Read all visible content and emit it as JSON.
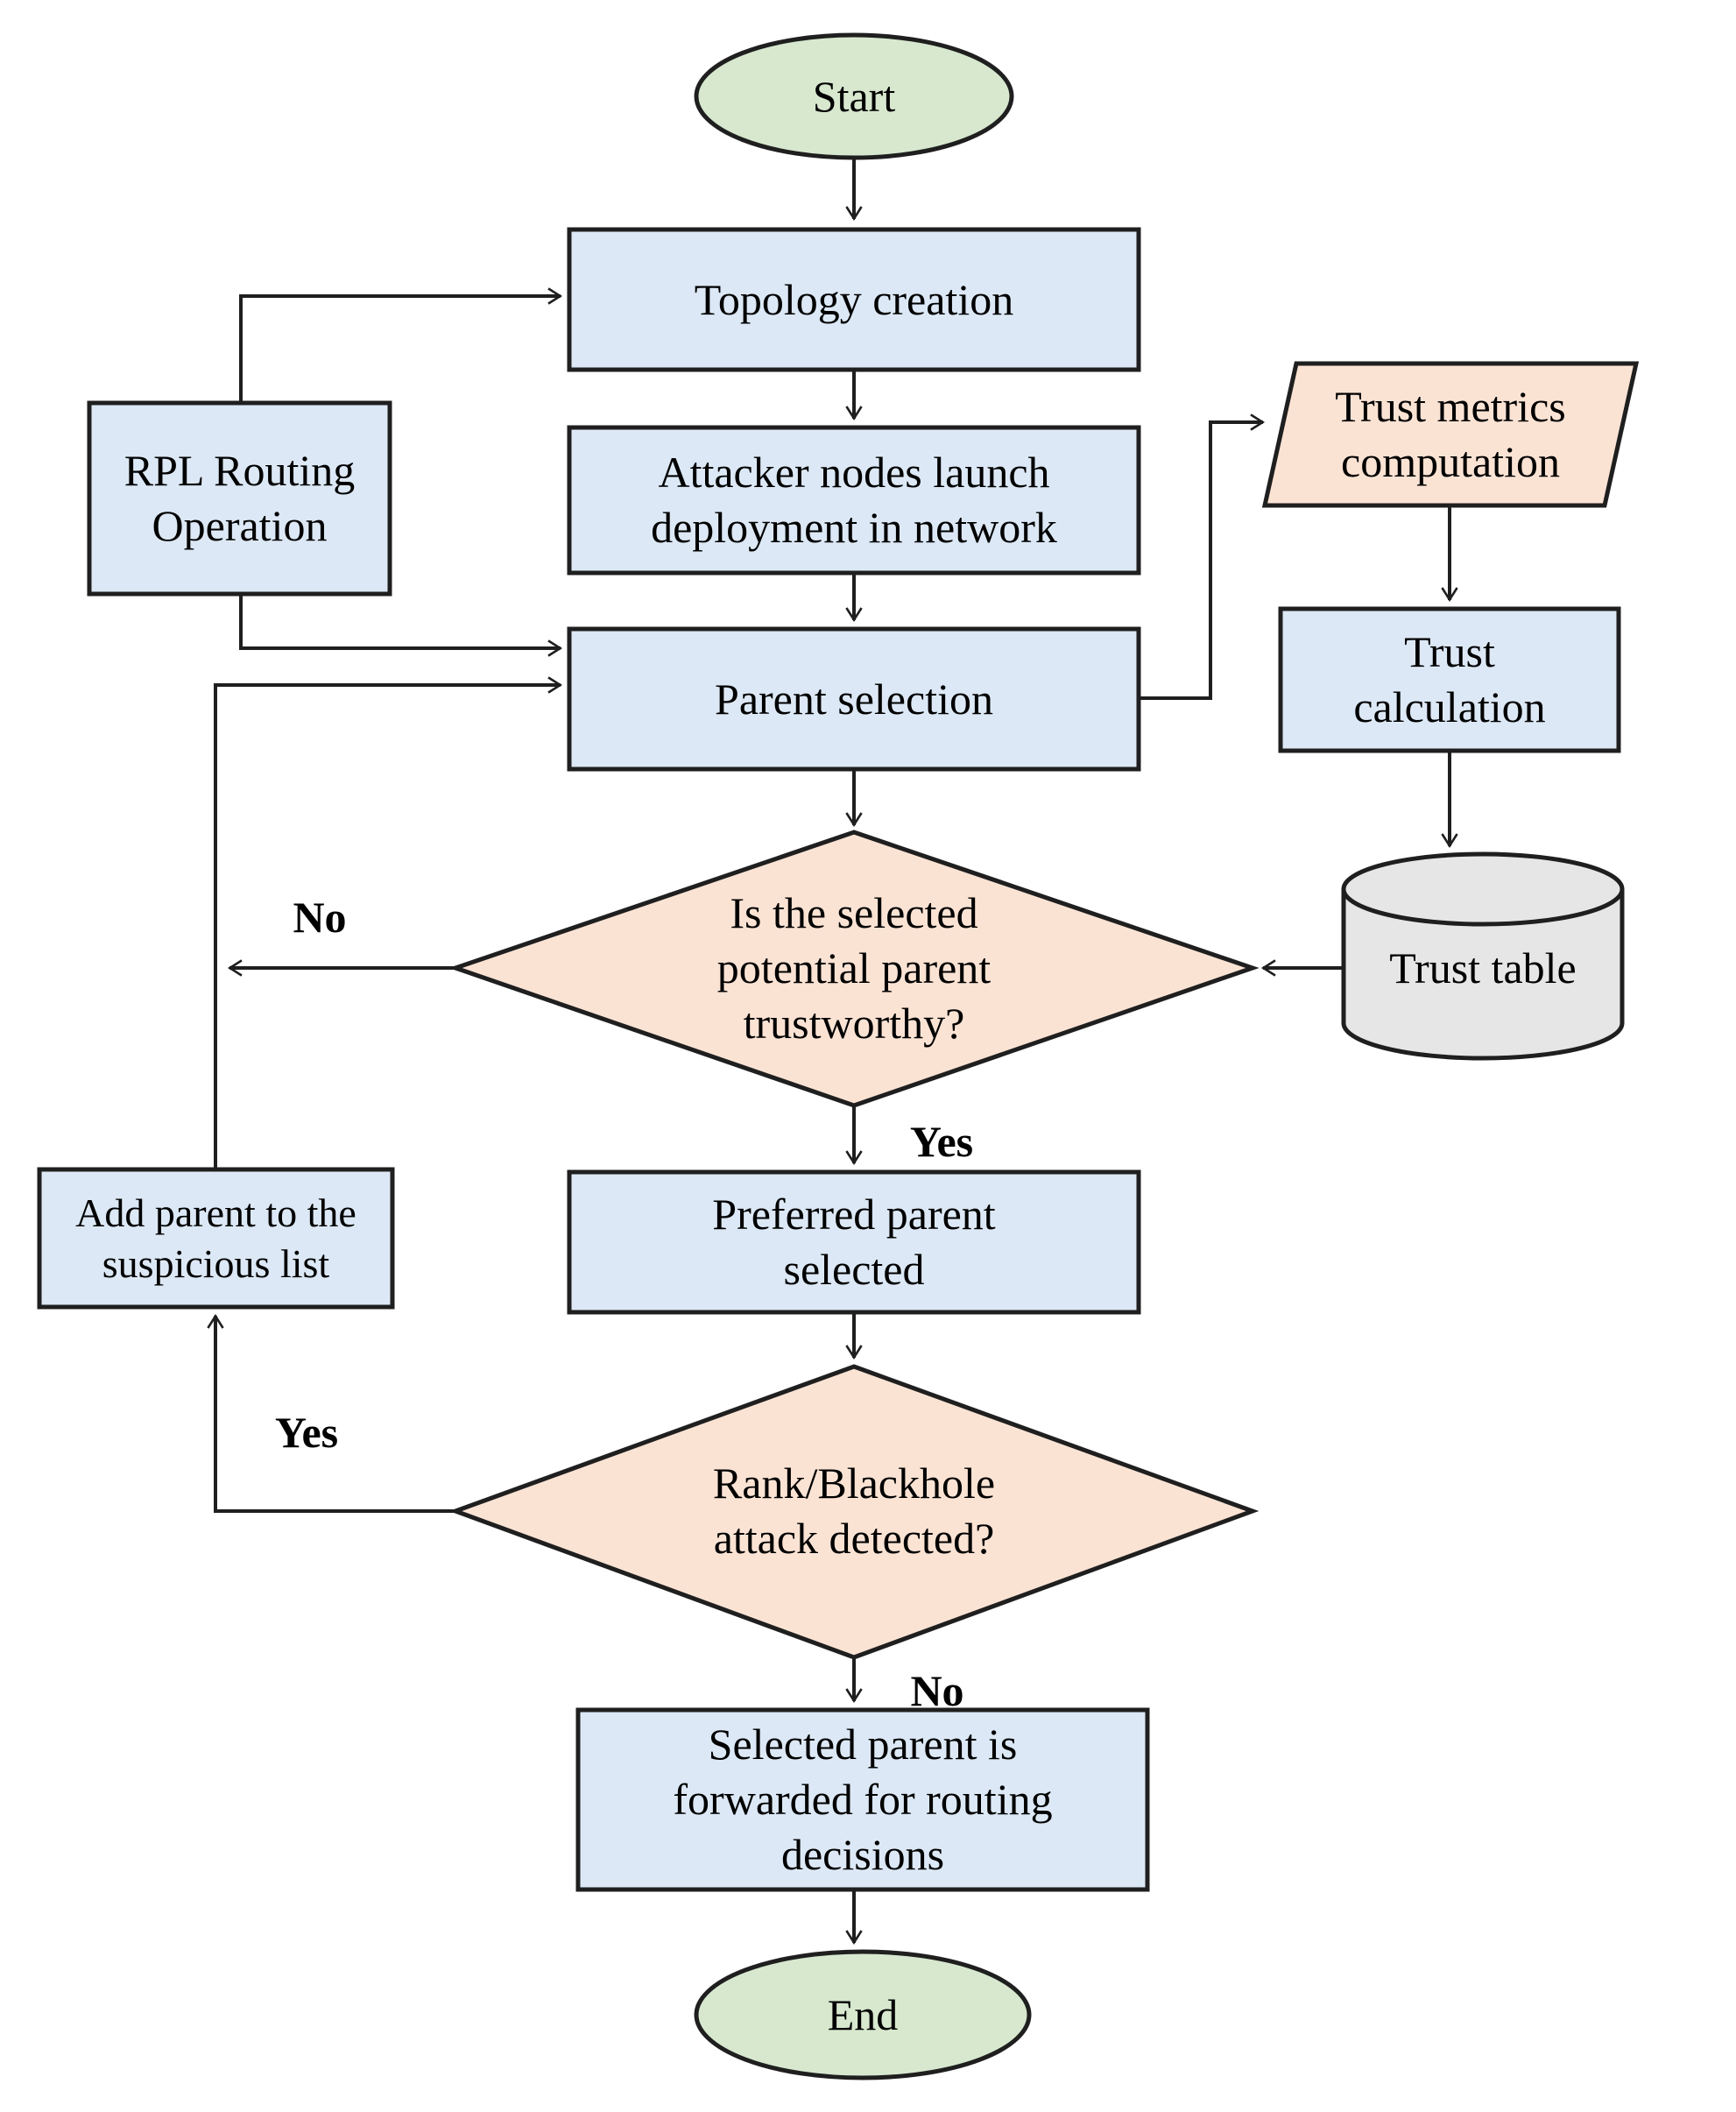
{
  "diagram": {
    "type": "flowchart",
    "colors": {
      "process_fill": "#dce8f5",
      "terminator_fill": "#d7e8cf",
      "decision_fill": "#fbe3d4",
      "datastore_fill": "#e6e6e6",
      "line": "#1f1f1f"
    },
    "nodes": {
      "start": {
        "label": "Start",
        "shape": "terminator"
      },
      "topology": {
        "label": "Topology creation",
        "shape": "process"
      },
      "attacker": {
        "label": "Attacker nodes launch\ndeployment in network",
        "shape": "process"
      },
      "rpl": {
        "label": "RPL Routing\nOperation",
        "shape": "process"
      },
      "parent_selection": {
        "label": "Parent selection",
        "shape": "process"
      },
      "trust_metrics": {
        "label": "Trust metrics\ncomputation",
        "shape": "input-output"
      },
      "trust_calculation": {
        "label": "Trust\ncalculation",
        "shape": "process"
      },
      "trust_table": {
        "label": "Trust table",
        "shape": "datastore"
      },
      "decision_trustworthy": {
        "label": "Is the selected\npotential parent\ntrustworthy?",
        "shape": "decision"
      },
      "preferred_parent": {
        "label": "Preferred parent\nselected",
        "shape": "process"
      },
      "add_suspicious": {
        "label": "Add parent to the\nsuspicious list",
        "shape": "process"
      },
      "decision_attack": {
        "label": "Rank/Blackhole\nattack detected?",
        "shape": "decision"
      },
      "forward_routing": {
        "label": "Selected parent is\nforwarded for routing\ndecisions",
        "shape": "process"
      },
      "end": {
        "label": "End",
        "shape": "terminator"
      }
    },
    "edge_labels": {
      "not_trustworthy": "No",
      "trustworthy": "Yes",
      "attack_detected": "Yes",
      "no_attack": "No"
    }
  }
}
